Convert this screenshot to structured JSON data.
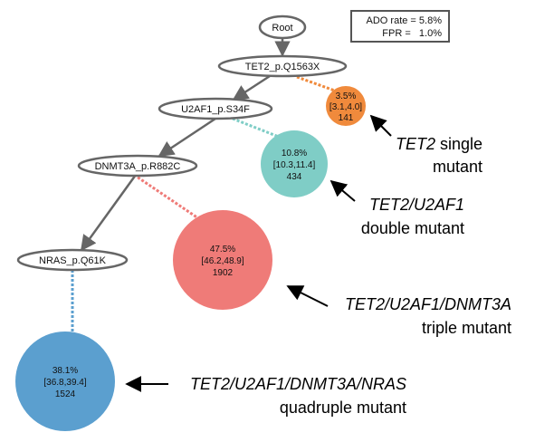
{
  "legend": {
    "ado_label": "ADO rate = 5.8%",
    "fpr_label": "FPR =   1.0%"
  },
  "tree": {
    "root": "Root",
    "nodes": [
      "TET2_p.Q1563X",
      "U2AF1_p.S34F",
      "DNMT3A_p.R882C",
      "NRAS_p.Q61K"
    ]
  },
  "clones": [
    {
      "percent": "3.5%",
      "interval": "[3.1,4.0]",
      "count": "141",
      "color": "#f08a3c"
    },
    {
      "percent": "10.8%",
      "interval": "[10.3,11.4]",
      "count": "434",
      "color": "#7fcdc6"
    },
    {
      "percent": "47.5%",
      "interval": "[46.2,48.9]",
      "count": "1902",
      "color": "#ef7b78"
    },
    {
      "percent": "38.1%",
      "interval": "[36.8,39.4]",
      "count": "1524",
      "color": "#5b9fcf"
    }
  ],
  "annotations": [
    {
      "line1": "TET2",
      "line1_suffix": " single",
      "line2": "mutant"
    },
    {
      "line1": "TET2/U2AF1",
      "line1_suffix": "",
      "line2": "double mutant"
    },
    {
      "line1": "TET2/U2AF1/DNMT3A",
      "line1_suffix": "",
      "line2": "triple mutant"
    },
    {
      "line1": "TET2/U2AF1/DNMT3A/NRAS",
      "line1_suffix": "",
      "line2": "quadruple mutant"
    }
  ],
  "colors": {
    "edge": "#666666",
    "node_stroke": "#666666"
  }
}
